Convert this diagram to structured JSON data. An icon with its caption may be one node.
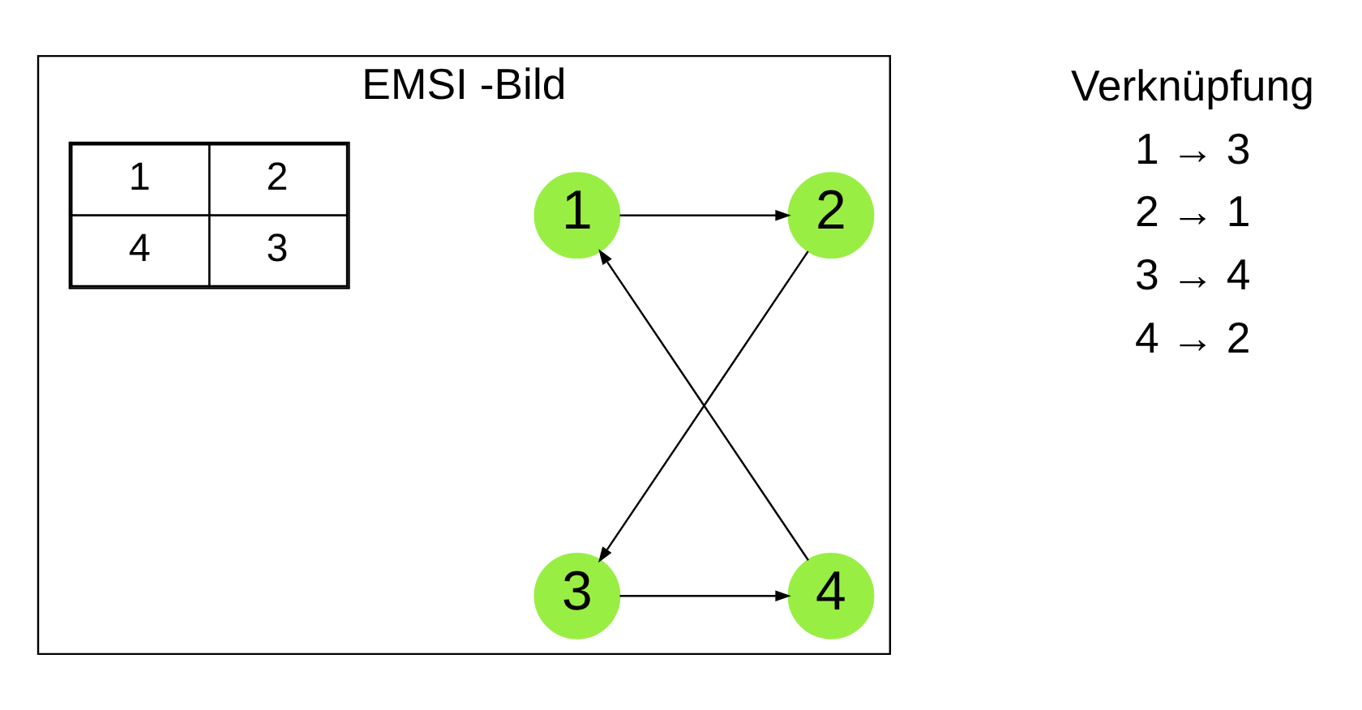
{
  "diagram": {
    "nodes": [
      {
        "text": [
          "EMSI -Bild"
        ]
      },
      {
        "text": [
          "1"
        ],
        "in": 0
      },
      {
        "text": [
          "2"
        ],
        "in": 0
      },
      {
        "text": [
          "3"
        ],
        "in": 0
      },
      {
        "text": [
          "4"
        ],
        "in": 0
      }
    ],
    "edges": [
      {
        "from": 1,
        "to": 2,
        "arrow": "to"
      },
      {
        "from": 2,
        "to": 3,
        "arrow": "to"
      },
      {
        "from": 3,
        "to": 4,
        "arrow": "to"
      },
      {
        "from": 4,
        "to": 1,
        "arrow": "to"
      }
    ],
    "labels": [
      "1",
      "2",
      "4",
      "3",
      "Verknüpfung",
      "1 → 3",
      "2 → 1",
      "3 → 4",
      "4 → 2"
    ]
  }
}
